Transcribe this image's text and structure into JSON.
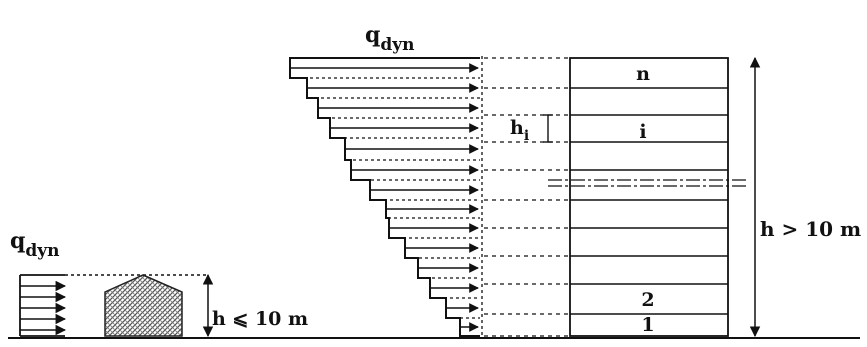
{
  "left_figure": {
    "load_label": "q",
    "load_subscript": "dyn",
    "height_label": "h ⩽ 10 m"
  },
  "right_figure": {
    "load_label": "q",
    "load_subscript": "dyn",
    "height_label": "h > 10 m",
    "storey_height_label": "h",
    "storey_height_subscript": "i",
    "storey_labels": {
      "top": "n",
      "middle": "i",
      "second": "2",
      "first": "1"
    }
  },
  "colors": {
    "ink": "#111111",
    "background": "#ffffff",
    "hatch": "#555555"
  }
}
